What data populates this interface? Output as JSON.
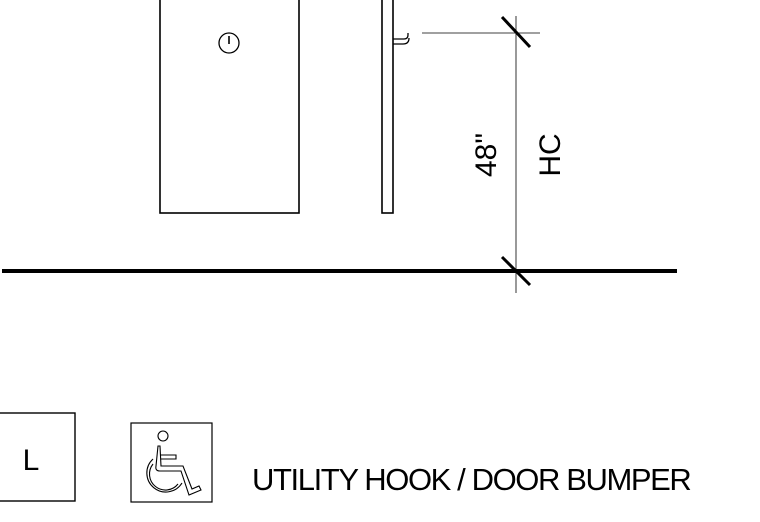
{
  "dimension": {
    "value_text": "48\"",
    "tag_text": "HC"
  },
  "legend": {
    "box_letter": "L",
    "accessibility_symbol": "wheelchair-icon"
  },
  "caption": "UTILITY HOOK / DOOR BUMPER"
}
